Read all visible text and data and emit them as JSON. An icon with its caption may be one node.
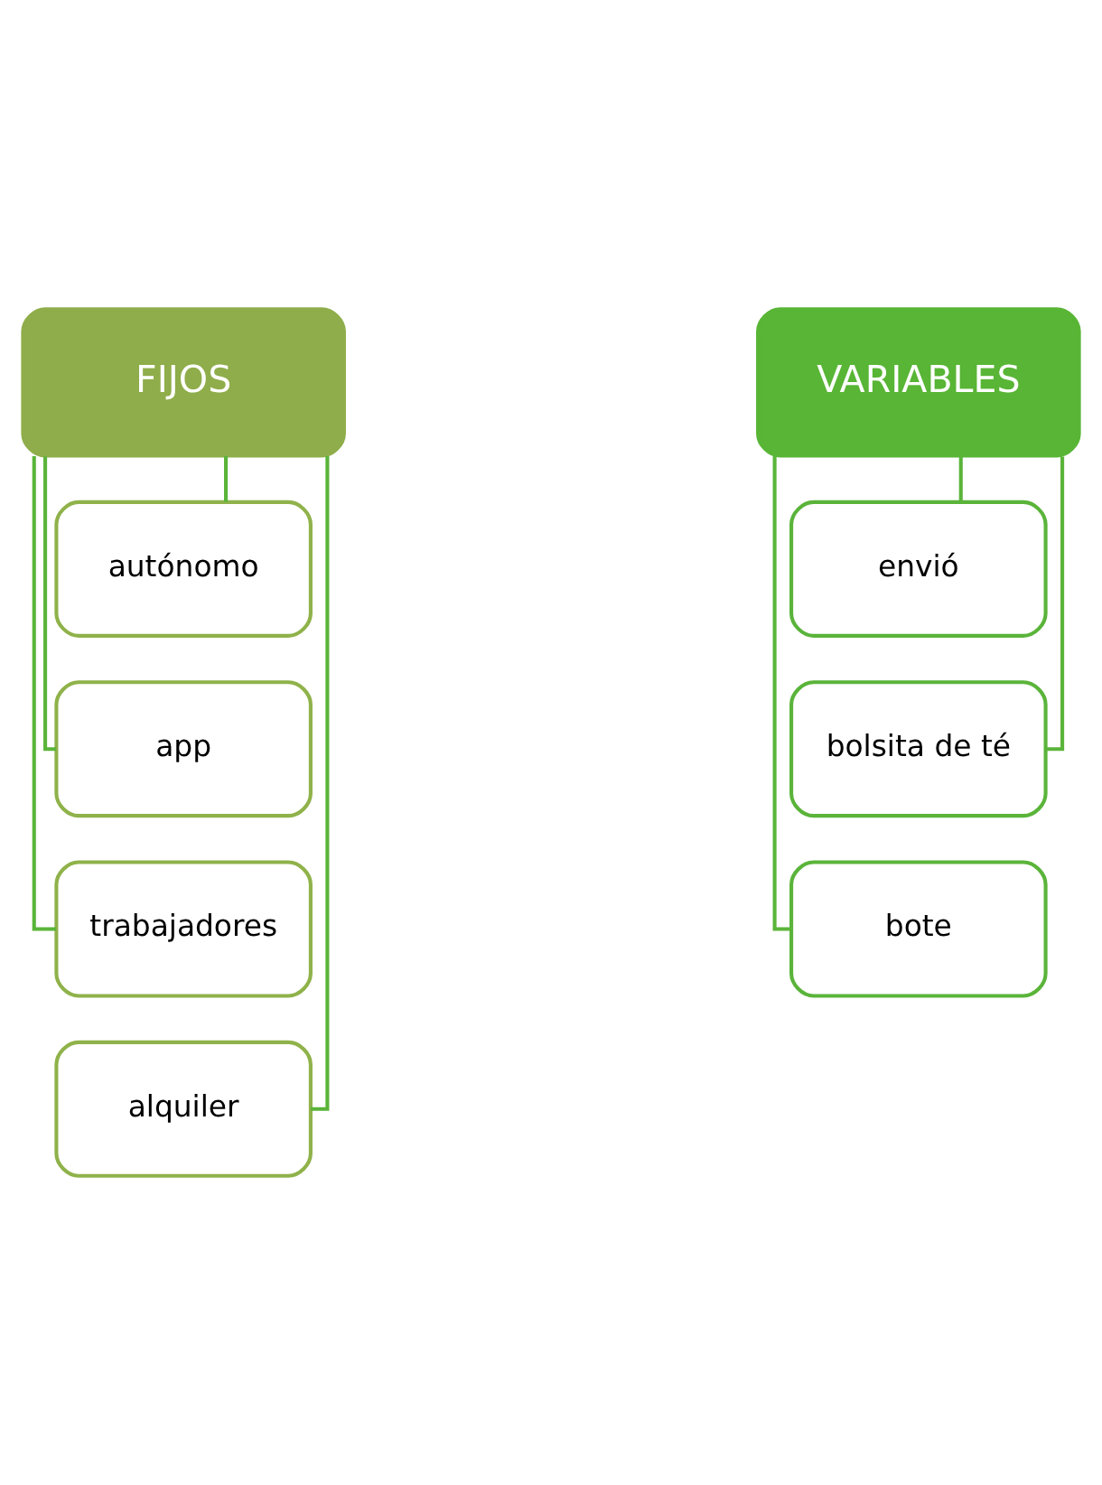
{
  "diagram": {
    "nodes": [
      {
        "text": [
          "FIJOS"
        ]
      },
      {
        "text": [
          "autónomo"
        ]
      },
      {
        "text": [
          "app"
        ]
      },
      {
        "text": [
          "trabajadores"
        ]
      },
      {
        "text": [
          "alquiler"
        ]
      },
      {
        "text": [
          "VARIABLES"
        ]
      },
      {
        "text": [
          "envió"
        ]
      },
      {
        "text": [
          "bolsita de té"
        ]
      },
      {
        "text": [
          "bote"
        ]
      }
    ],
    "edges": [
      {
        "from": 0,
        "to": 1,
        "arrow": "none"
      },
      {
        "from": 0,
        "to": 2,
        "arrow": "none"
      },
      {
        "from": 0,
        "to": 3,
        "arrow": "none"
      },
      {
        "from": 0,
        "to": 4,
        "arrow": "none"
      },
      {
        "from": 5,
        "to": 6,
        "arrow": "none"
      },
      {
        "from": 5,
        "to": 7,
        "arrow": "none"
      },
      {
        "from": 5,
        "to": 8,
        "arrow": "none"
      }
    ]
  }
}
